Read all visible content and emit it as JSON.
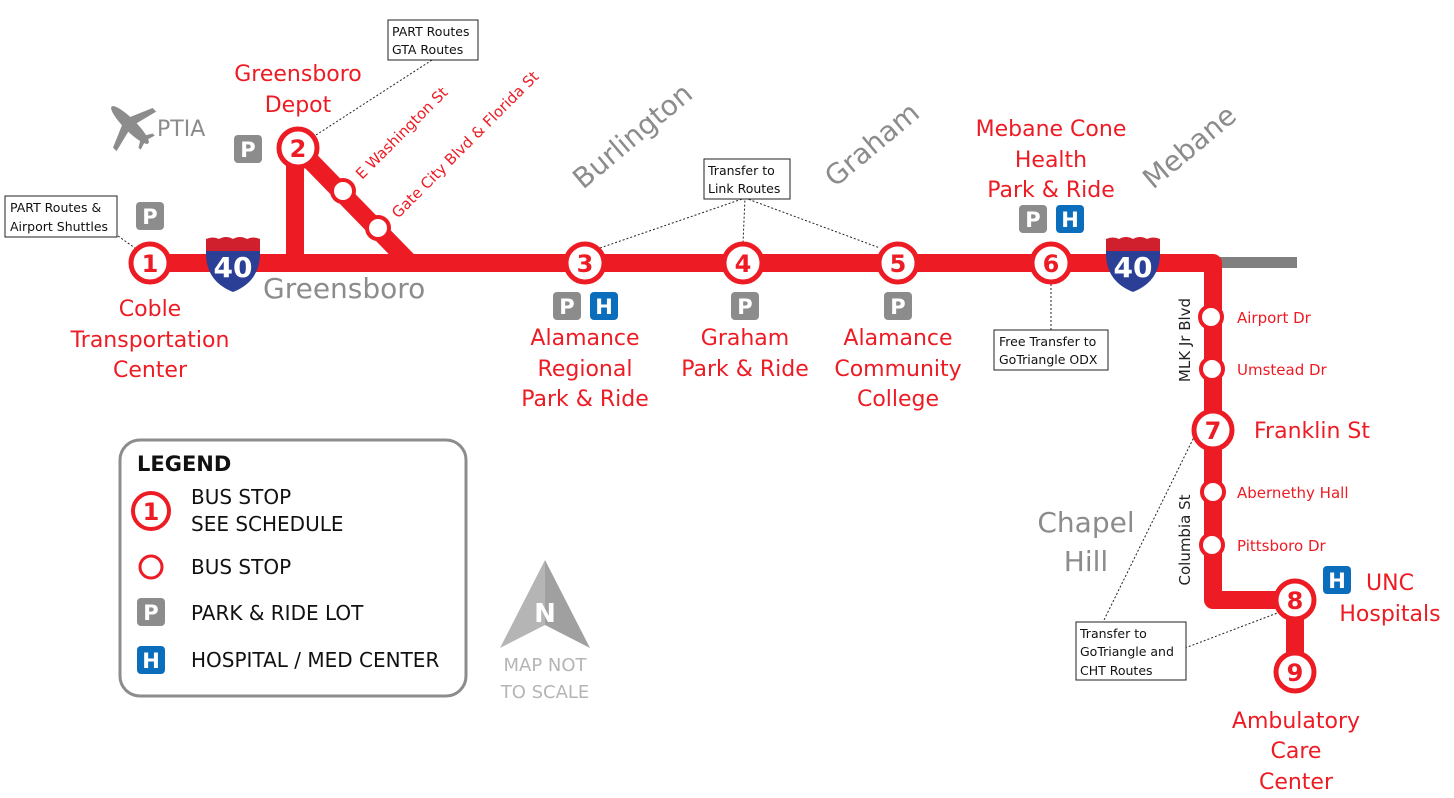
{
  "colors": {
    "route": "#ed1c24",
    "gray": "#8c8c8c",
    "hospital": "#0a6ebd",
    "interstate_blue": "#2b3f96",
    "interstate_red": "#d0202e"
  },
  "stops": [
    {
      "num": "1",
      "name": [
        "Coble",
        "Transportation",
        "Center"
      ],
      "park_ride": true
    },
    {
      "num": "2",
      "name": [
        "Greensboro",
        "Depot"
      ],
      "park_ride": true
    },
    {
      "num": "3",
      "name": [
        "Alamance",
        "Regional",
        "Park & Ride"
      ],
      "park_ride": true,
      "hospital": true
    },
    {
      "num": "4",
      "name": [
        "Graham",
        "Park & Ride"
      ],
      "park_ride": true
    },
    {
      "num": "5",
      "name": [
        "Alamance",
        "Community",
        "College"
      ],
      "park_ride": true
    },
    {
      "num": "6",
      "name": [
        "Mebane Cone",
        "Health",
        "Park & Ride"
      ],
      "park_ride": true,
      "hospital": true
    },
    {
      "num": "7",
      "name": [
        "Franklin St"
      ]
    },
    {
      "num": "8",
      "name": [
        "UNC",
        "Hospitals"
      ],
      "hospital": true
    },
    {
      "num": "9",
      "name": [
        "Ambulatory",
        "Care",
        "Center"
      ]
    }
  ],
  "minor_stops": [
    "E Washington St",
    "Gate City Blvd & Florida St",
    "Airport Dr",
    "Umstead Dr",
    "Abernethy Hall",
    "Pittsboro Dr"
  ],
  "streets": [
    "MLK Jr Blvd",
    "Columbia St"
  ],
  "cities": [
    "Greensboro",
    "Burlington",
    "Graham",
    "Mebane",
    [
      "Chapel",
      "Hill"
    ]
  ],
  "airport": "PTIA",
  "interstate": "40",
  "icons": {
    "park": "P",
    "hospital": "H"
  },
  "callouts": {
    "stop1": [
      "PART Routes &",
      "Airport Shuttles"
    ],
    "stop2": [
      "PART Routes",
      "GTA Routes"
    ],
    "link": [
      "Transfer to",
      "Link Routes"
    ],
    "stop6": [
      "Free Transfer to",
      "GoTriangle ODX"
    ],
    "chapel": [
      "Transfer to",
      "GoTriangle and",
      "CHT Routes"
    ]
  },
  "legend": {
    "title": "LEGEND",
    "items": [
      {
        "icon": "1",
        "label": [
          "BUS STOP",
          "SEE SCHEDULE"
        ]
      },
      {
        "label": [
          "BUS STOP"
        ]
      },
      {
        "icon": "P",
        "label": [
          "PARK & RIDE LOT"
        ]
      },
      {
        "icon": "H",
        "label": [
          "HOSPITAL / MED CENTER"
        ]
      }
    ]
  },
  "north": {
    "letter": "N",
    "note": [
      "MAP NOT",
      "TO SCALE"
    ]
  }
}
